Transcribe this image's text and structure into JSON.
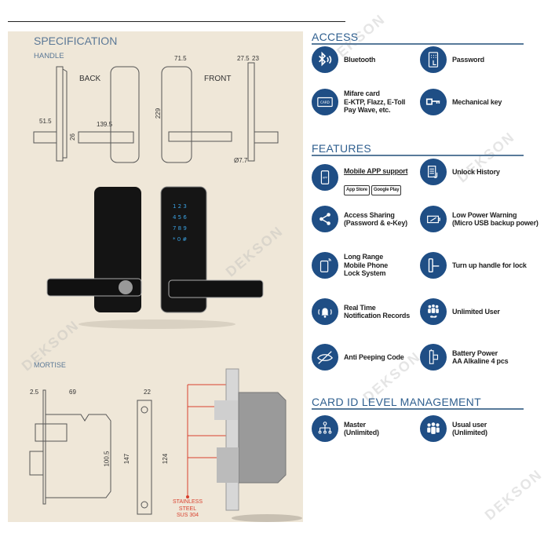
{
  "watermark": "DEKSON",
  "specification": {
    "title": "SPECIFICATION",
    "handle": {
      "label": "HANDLE",
      "back": "BACK",
      "front": "FRONT",
      "dims": {
        "side_depth": "51.5",
        "lever_length": "139.5",
        "lever_height": "26",
        "width": "71.5",
        "height": "229",
        "top_a": "27.5",
        "top_b": "23",
        "diameter": "Ø7.7"
      }
    },
    "mortise": {
      "label": "MORTISE",
      "dims": {
        "face": "2.5",
        "backset": "69",
        "body_height": "100.5",
        "plate_width": "22",
        "plate_height": "147",
        "hole_spacing": "124"
      },
      "material": "STAINLESS STEEL",
      "material_grade": "SUS 304"
    }
  },
  "access": {
    "title": "ACCESS",
    "items": [
      {
        "icon": "bluetooth-icon",
        "label": "Bluetooth"
      },
      {
        "icon": "keypad-icon",
        "label": "Password"
      },
      {
        "icon": "card-icon",
        "label": "Mifare card\nE-KTP, Flazz, E-Toll\nPay Wave, etc.",
        "card_text": "CARD"
      },
      {
        "icon": "key-icon",
        "label": "Mechanical key"
      }
    ]
  },
  "features": {
    "title": "FEATURES",
    "items": [
      {
        "icon": "phone-app-icon",
        "label": "Mobile APP support",
        "app_text": "APP",
        "stores": [
          "App Store",
          "Google Play"
        ]
      },
      {
        "icon": "history-icon",
        "label": "Unlock History"
      },
      {
        "icon": "share-icon",
        "label": "Access Sharing\n(Password & e-Key)"
      },
      {
        "icon": "battery-icon",
        "label": "Low Power Warning\n(Micro USB backup power)"
      },
      {
        "icon": "mobile-phone-icon",
        "label": "Long Range\nMobile Phone\nLock System"
      },
      {
        "icon": "handle-icon",
        "label": "Turn up handle for lock"
      },
      {
        "icon": "bell-icon",
        "label": "Real Time\nNotification Records"
      },
      {
        "icon": "users-infinity-icon",
        "label": "Unlimited User"
      },
      {
        "icon": "eye-slash-icon",
        "label": "Anti Peeping Code"
      },
      {
        "icon": "aa-battery-icon",
        "label": "Battery Power\nAA Alkaline 4 pcs"
      }
    ]
  },
  "card_management": {
    "title": "CARD ID LEVEL MANAGEMENT",
    "items": [
      {
        "icon": "hierarchy-icon",
        "label": "Master\n(Unlimited)"
      },
      {
        "icon": "group-icon",
        "label": "Usual user\n(Unlimited)"
      }
    ]
  },
  "colors": {
    "brand_blue": "#1f4e85",
    "panel_beige": "#efe7d8",
    "accent_red": "#d9412e"
  }
}
